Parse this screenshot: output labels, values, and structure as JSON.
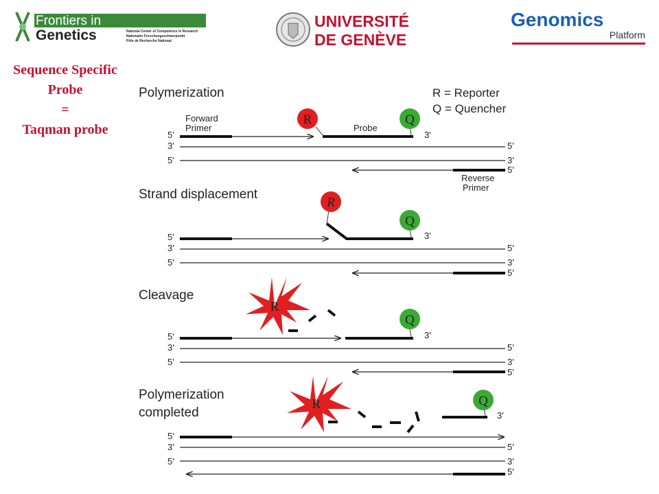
{
  "logos": {
    "frontiers": {
      "line1": "Frontiers in",
      "line2": "Genetics",
      "sub1": "National Center of Competence in Research",
      "sub2": "Nationaler Forschungsschwerpunkt",
      "sub3": "Pôle de Recherche National"
    },
    "unige": {
      "line1": "UNIVERSITÉ",
      "line2": "DE GENÈVE"
    },
    "genomics": {
      "line1": "Genomics",
      "line2": "Platform"
    }
  },
  "title": {
    "line1": "Sequence Specific",
    "line2": "Probe",
    "line3": "=",
    "line4": "Taqman probe"
  },
  "legend": {
    "reporter": "R = Reporter",
    "quencher": "Q = Quencher"
  },
  "labels": {
    "r": "R",
    "q": "Q",
    "five_prime": "5'",
    "three_prime": "3'",
    "forward_primer_1": "Forward",
    "forward_primer_2": "Primer",
    "probe": "Probe",
    "reverse_primer_1": "Reverse",
    "reverse_primer_2": "Primer"
  },
  "steps": [
    {
      "title": "Polymerization"
    },
    {
      "title": "Strand displacement"
    },
    {
      "title": "Cleavage"
    },
    {
      "title": "Polymerization",
      "title2": "completed"
    }
  ],
  "colors": {
    "title_red": "#c8102e",
    "reporter_red": "#e02020",
    "quencher_green": "#3aaa35",
    "genomics_blue": "#1a5fb4",
    "unige_red": "#c8102e",
    "frontiers_green": "#3a8a3a"
  }
}
